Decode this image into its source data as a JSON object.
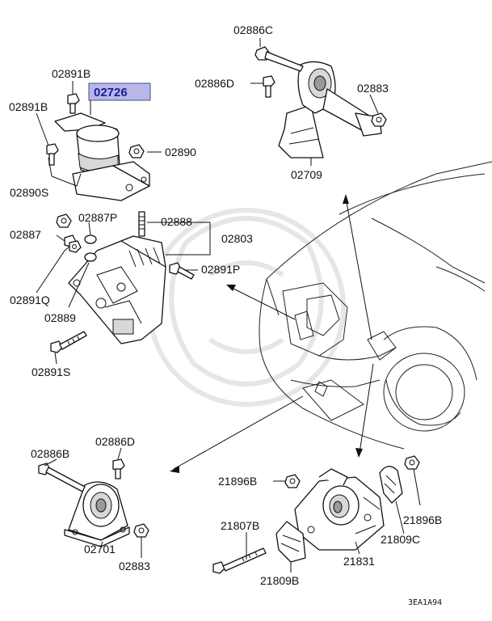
{
  "labels": {
    "p02886C_top": "02886C",
    "p02886D_top": "02886D",
    "p02883_top": "02883",
    "p02709": "02709",
    "p02891B_a": "02891B",
    "p02726": "02726",
    "p02891B_b": "02891B",
    "p02890": "02890",
    "p02890S": "02890S",
    "p02887P": "02887P",
    "p02888": "02888",
    "p02887": "02887",
    "p02803": "02803",
    "p02891P": "02891P",
    "p02891Q": "02891Q",
    "p02889": "02889",
    "p02891S": "02891S",
    "p02886B": "02886B",
    "p02886D_bot": "02886D",
    "p02701": "02701",
    "p02883_bot": "02883",
    "p21896B_a": "21896B",
    "p21896B_b": "21896B",
    "p21807B": "21807B",
    "p21809C": "21809C",
    "p21831": "21831",
    "p21809B": "21809B"
  },
  "diagram_code": "3EA1A94",
  "colors": {
    "highlight_fill": "#b8b8e8",
    "highlight_text": "#1a1a9a",
    "line": "#111111"
  }
}
